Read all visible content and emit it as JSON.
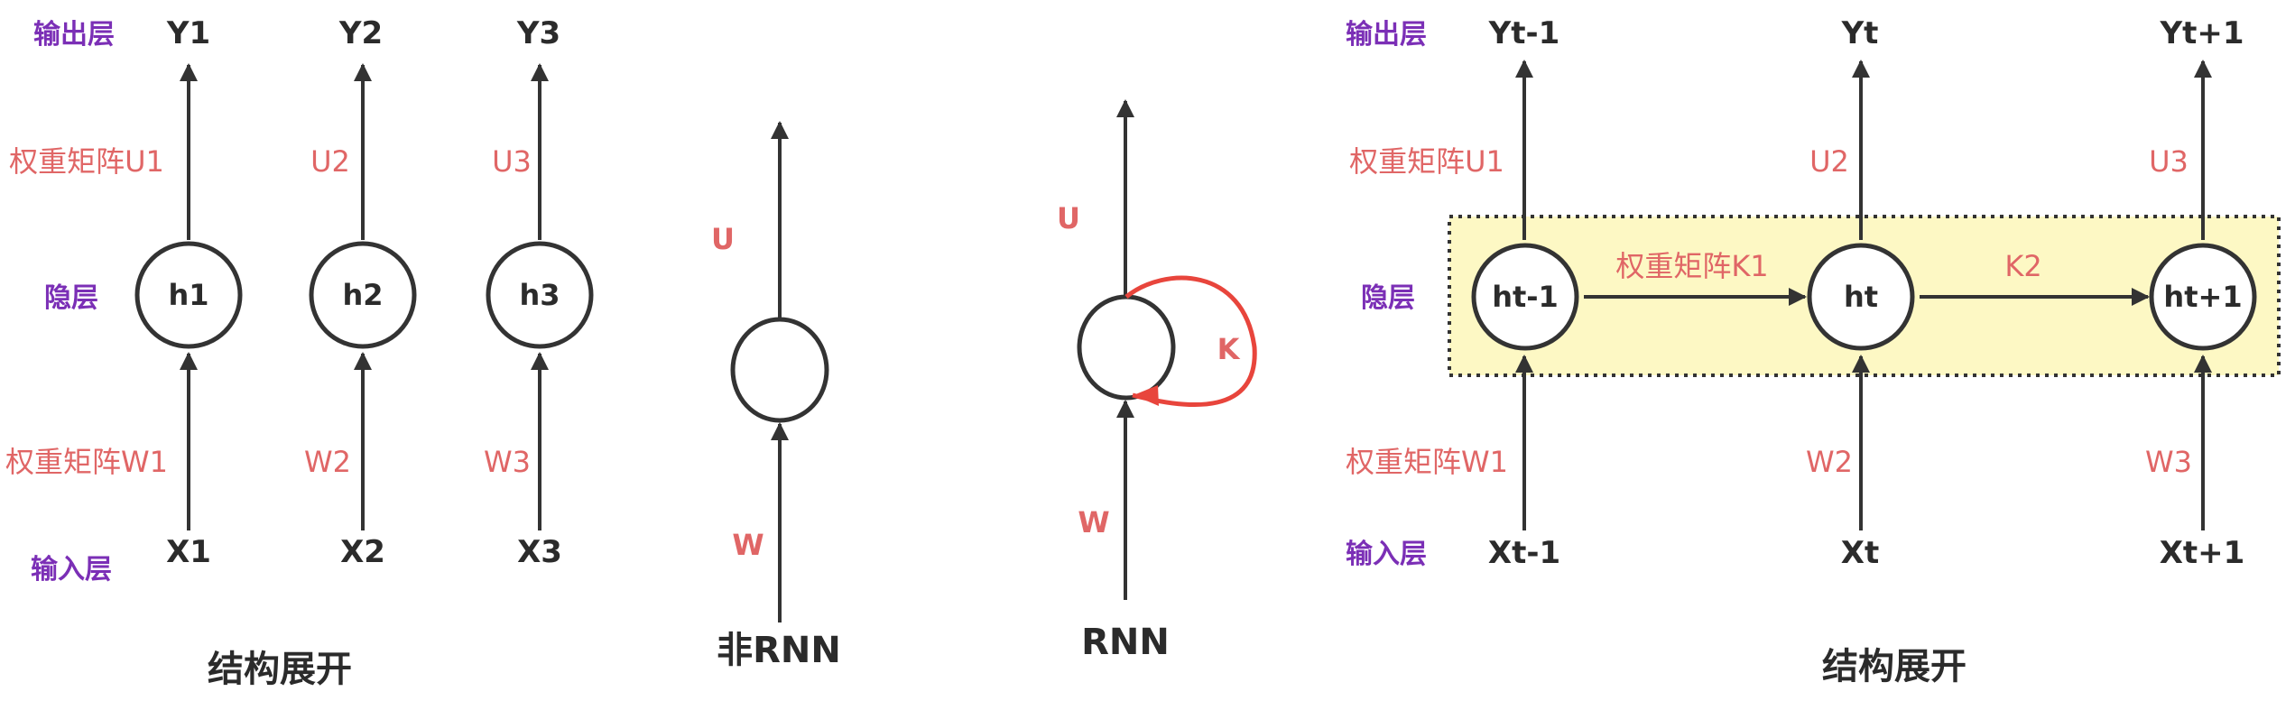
{
  "colors": {
    "layer": "#7b2fb6",
    "weight": "#e06666",
    "arrow": "#333333",
    "text": "#2b2b2b",
    "loop": "#e8453c",
    "band_fill": "#fdf8c4",
    "band_stroke": "#333333"
  },
  "left": {
    "layers": {
      "output": "输出层",
      "hidden": "隐层",
      "input": "输入层"
    },
    "columns": [
      {
        "y": "Y1",
        "h": "h1",
        "x": "X1",
        "u": "权重矩阵U1",
        "w": "权重矩阵W1"
      },
      {
        "y": "Y2",
        "h": "h2",
        "x": "X2",
        "u": "U2",
        "w": "W2"
      },
      {
        "y": "Y3",
        "h": "h3",
        "x": "X3",
        "u": "U3",
        "w": "W3"
      }
    ],
    "caption": "结构展开"
  },
  "non_rnn": {
    "u": "U",
    "w": "W",
    "caption": "非RNN"
  },
  "rnn": {
    "u": "U",
    "k": "K",
    "w": "W",
    "caption": "RNN"
  },
  "right": {
    "layers": {
      "output": "输出层",
      "hidden": "隐层",
      "input": "输入层"
    },
    "columns": [
      {
        "y": "Yt-1",
        "h": "ht-1",
        "x": "Xt-1",
        "u": "权重矩阵U1",
        "w": "权重矩阵W1"
      },
      {
        "y": "Yt",
        "h": "ht",
        "x": "Xt",
        "u": "U2",
        "w": "W2"
      },
      {
        "y": "Yt+1",
        "h": "ht+1",
        "x": "Xt+1",
        "u": "U3",
        "w": "W3"
      }
    ],
    "k_labels": [
      "权重矩阵K1",
      "K2"
    ],
    "caption": "结构展开"
  }
}
